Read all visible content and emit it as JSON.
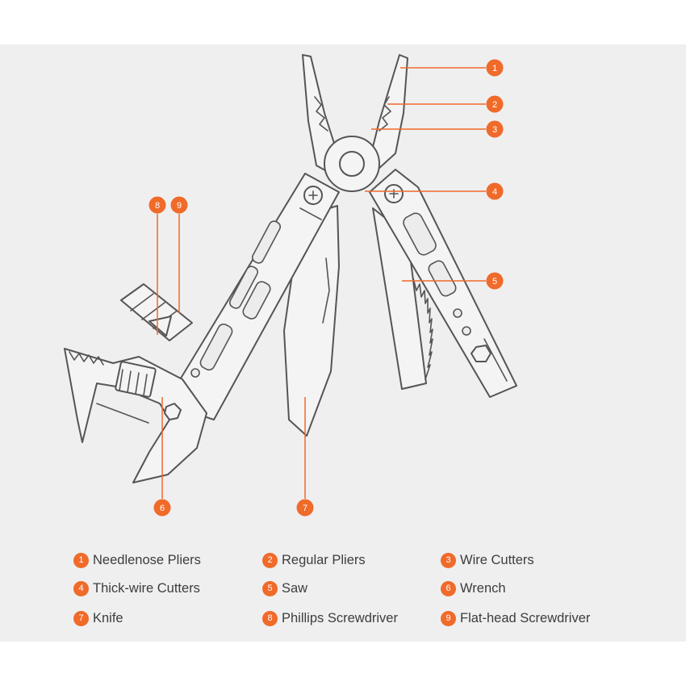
{
  "accent_color": "#f06a2a",
  "parts": [
    {
      "num": "1",
      "label": "Needlenose Pliers"
    },
    {
      "num": "2",
      "label": "Regular Pliers"
    },
    {
      "num": "3",
      "label": "Wire Cutters"
    },
    {
      "num": "4",
      "label": "Thick-wire Cutters"
    },
    {
      "num": "5",
      "label": "Saw"
    },
    {
      "num": "6",
      "label": "Wrench"
    },
    {
      "num": "7",
      "label": "Knife"
    },
    {
      "num": "8",
      "label": "Phillips Screwdriver"
    },
    {
      "num": "9",
      "label": "Flat-head Screwdriver"
    }
  ]
}
